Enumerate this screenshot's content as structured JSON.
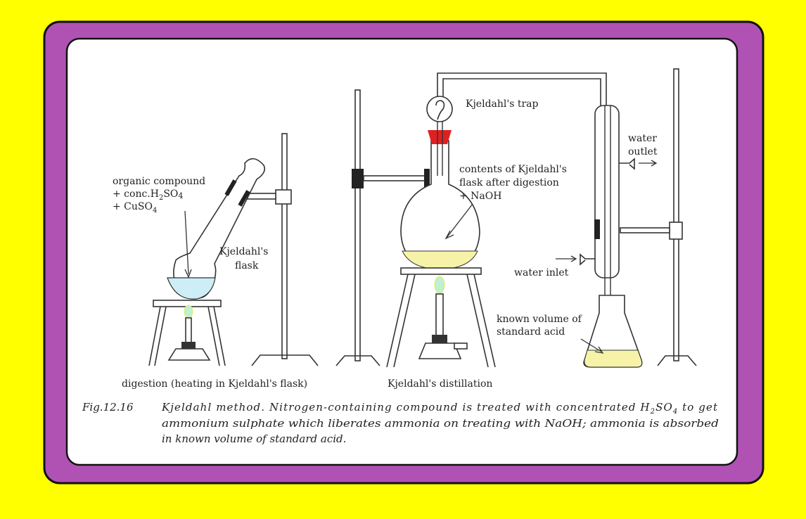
{
  "colors": {
    "background": "#ffff00",
    "frame": "#b052b4",
    "flask_liquid_blue": "#cdeef7",
    "liquid_yellow": "#f6f3a8",
    "stopper": "#e02020"
  },
  "labels": {
    "digestion_reagents": [
      "organic compound",
      "+ conc.H",
      "2",
      "SO",
      "4",
      "+ CuSO",
      "4"
    ],
    "kjeldahl_flask": [
      "Kjeldahl's",
      "flask"
    ],
    "kjeldahl_trap": "Kjeldahl's trap",
    "contents": [
      "contents of Kjeldahl's",
      "flask after digestion",
      "+ NaOH"
    ],
    "water_outlet": [
      "water",
      "outlet"
    ],
    "water_inlet": "water inlet",
    "standard_acid": [
      "known volume of",
      "standard acid"
    ],
    "digestion_caption": "digestion (heating in Kjeldahl's flask)",
    "distillation_caption": "Kjeldahl's distillation"
  },
  "caption": {
    "fig": "Fig.12.16",
    "line1a": "Kjeldahl method. Nitrogen-containing compound is treated with concentrated H",
    "sub2": "2",
    "so": "SO",
    "sub4": "4",
    "line1b": " to get",
    "line2": "ammonium sulphate which liberates ammonia on treating with NaOH; ammonia is absorbed",
    "line3": "in known volume of standard acid."
  }
}
